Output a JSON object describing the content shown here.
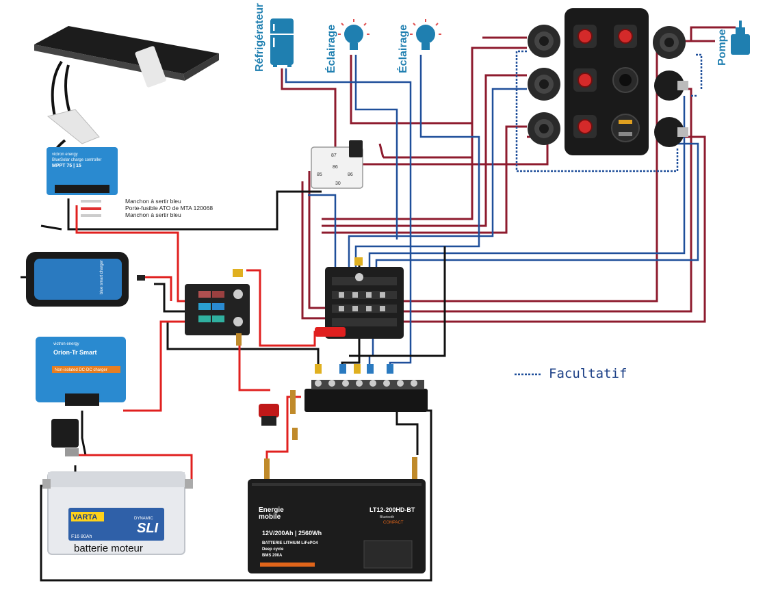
{
  "loads": {
    "fridge_label": "Réfrigérateur",
    "light1_label": "Éclairage",
    "light2_label": "Éclairage",
    "pump_label": "Pompe"
  },
  "relay": {
    "pin_87": "87",
    "pin_86": "86",
    "pin_85": "85",
    "pin_86b": "86",
    "pin_30": "30"
  },
  "mppt": {
    "brand": "victron energy",
    "subtitle": "BlueSolar charge controller",
    "model": "MPPT 75 | 15"
  },
  "mppt_notes": [
    "Manchon à sertir bleu",
    "Porte-fusible ATO de MTA 120068",
    "Manchon à sertir bleu"
  ],
  "charger": {
    "label": "blue smart charger"
  },
  "orion": {
    "brand": "victron energy",
    "model": "Orion-Tr Smart",
    "subtitle": "Non-isolated DC-DC charger"
  },
  "starter_battery": {
    "brand": "VARTA",
    "type": "SLI",
    "type_small": "DYNAMIC",
    "code": "F16 80Ah",
    "caption": "batterie moteur"
  },
  "lithium_battery": {
    "brand_line1": "Energie",
    "brand_line2": "mobile",
    "model": "LT12-200HD-BT",
    "bluetooth": "Bluetooth",
    "compact": "COMPACT",
    "spec_main": "12V/200Ah | 2560Wh",
    "spec_l1": "BATTERIE LITHIUM LiFePO4",
    "spec_l2": "Deep cycle",
    "spec_l3": "BMS 200A"
  },
  "legend": {
    "optional_label": "Facultatif"
  },
  "colors": {
    "positive_wire": "#8e1b2e",
    "negative_wire": "#1f4f9a",
    "ground_wire": "#111111",
    "red_wire": "#e0201f",
    "optional_wire": "#1f4f9a",
    "accent_blue": "#1f7fb0"
  }
}
